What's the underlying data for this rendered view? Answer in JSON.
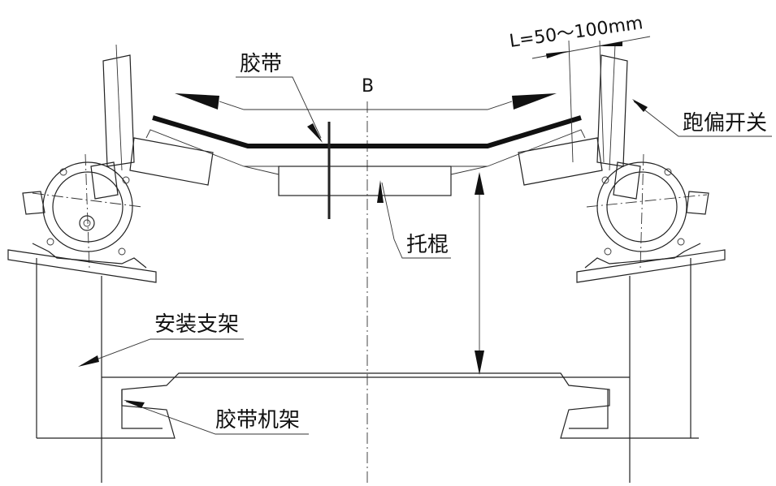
{
  "labels": {
    "belt": "胶带",
    "section_mark": "B",
    "length_note": "L=50～100mm",
    "deviation_switch": "跑偏开关",
    "idler": "托棍",
    "mounting_bracket": "安装支架",
    "belt_frame": "胶带机架"
  }
}
